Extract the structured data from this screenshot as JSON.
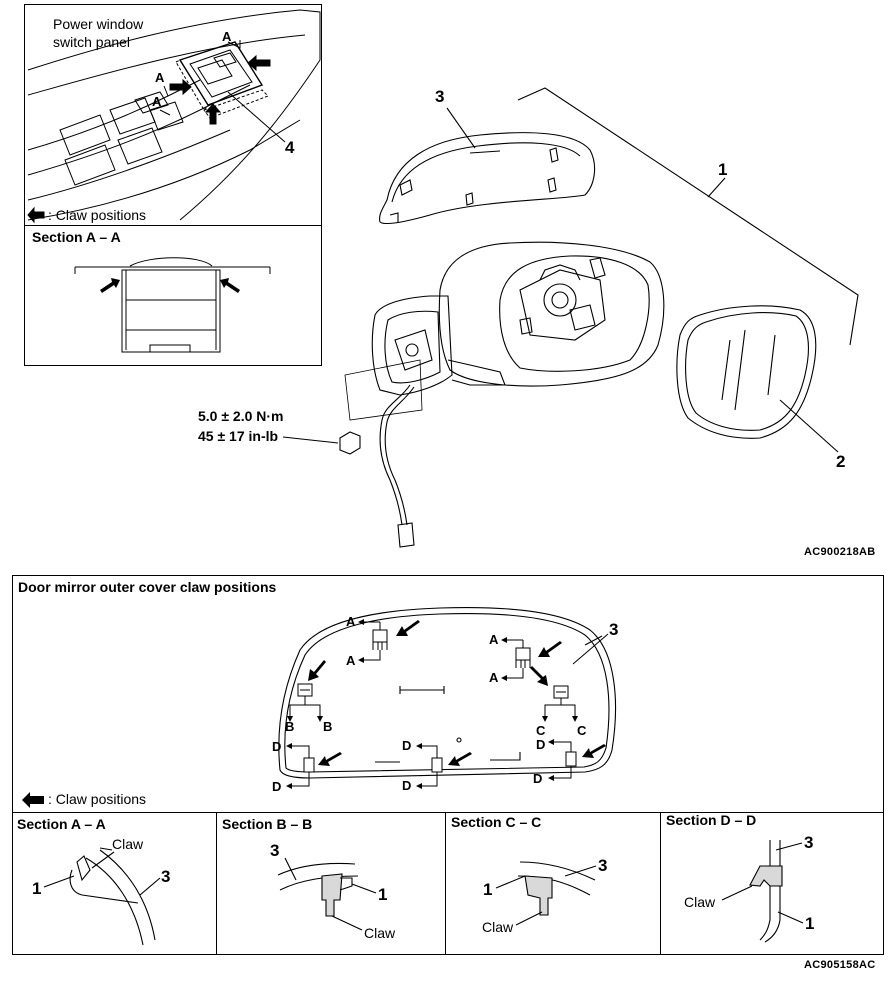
{
  "top_figure": {
    "inset": {
      "switch_panel_label_line1": "Power window",
      "switch_panel_label_line2": "switch panel",
      "claw_legend": ": Claw positions",
      "section_title": "Section A – A",
      "section_marks": [
        "A",
        "A",
        "A"
      ],
      "callout_4": "4"
    },
    "callouts": {
      "one": "1",
      "two": "2",
      "three": "3"
    },
    "torque_line1": "5.0 ± 2.0 N·m",
    "torque_line2": "45 ± 17 in-lb",
    "figure_code": "AC900218AB"
  },
  "bottom_figure": {
    "title": "Door mirror outer cover claw positions",
    "claw_legend": ": Claw positions",
    "callout_3": "3",
    "section_letters": {
      "a": "A",
      "b": "B",
      "c": "C",
      "d": "D"
    },
    "sections": [
      {
        "title": "Section A – A",
        "claw_label": "Claw",
        "num_left": "1",
        "num_right": "3"
      },
      {
        "title": "Section B – B",
        "claw_label": "Claw",
        "num_left": "3",
        "num_right": "1"
      },
      {
        "title": "Section C – C",
        "claw_label": "Claw",
        "num_left": "1",
        "num_right": "3"
      },
      {
        "title": "Section D – D",
        "claw_label": "Claw",
        "num_left": "3",
        "num_right": "1"
      }
    ],
    "figure_code": "AC905158AC"
  },
  "colors": {
    "line": "#000000",
    "background": "#ffffff",
    "shade": "#d9d9d9"
  }
}
